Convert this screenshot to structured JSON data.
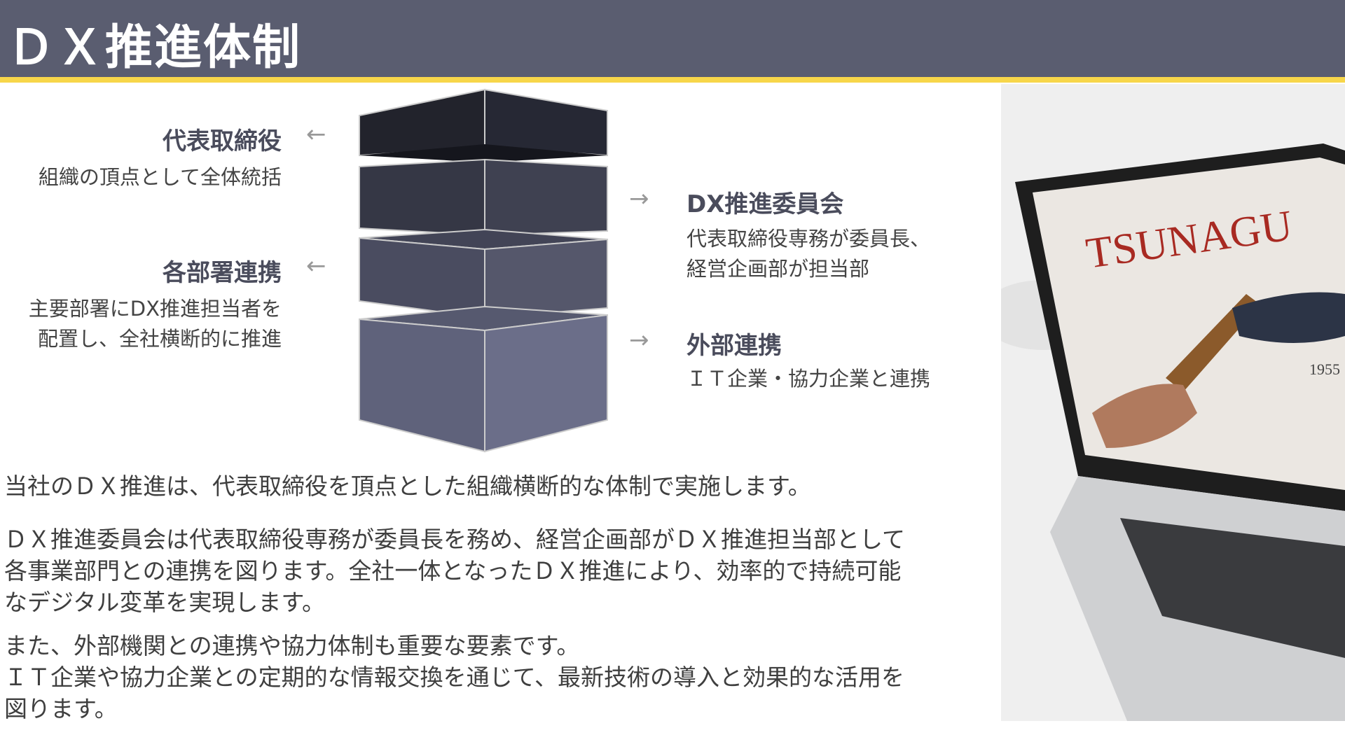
{
  "title": "ＤＸ推進体制",
  "left": [
    {
      "heading": "代表取締役",
      "arrow": "←",
      "desc": [
        "組織の頂点として全体統括"
      ]
    },
    {
      "heading": "各部署連携",
      "arrow": "←",
      "desc": [
        "主要部署にDX推進担当者を",
        "配置し、全社横断的に推進"
      ]
    }
  ],
  "right": [
    {
      "heading": "DX推進委員会",
      "arrow": "→",
      "desc": [
        "代表取締役専務が委員長、",
        "経営企画部が担当部"
      ]
    },
    {
      "heading": "外部連携",
      "arrow": "→",
      "desc": [
        "ＩＴ企業・協力企業と連携"
      ]
    }
  ],
  "paragraphs": [
    [
      "当社のＤＸ推進は、代表取締役を頂点とした組織横断的な体制で実施します。"
    ],
    [
      "ＤＸ推進委員会は代表取締役専務が委員長を務め、経営企画部がＤＸ推進担当部として",
      "各事業部門との連携を図ります。全社一体となったＤＸ推進により、効率的で持続可能",
      "なデジタル変革を実現します。"
    ],
    [
      "また、外部機関との連携や協力体制も重要な要素です。",
      "ＩＴ企業や協力企業との定期的な情報交換を通じて、最新技術の導入と効果的な活用を",
      "図ります。"
    ]
  ],
  "photo": {
    "screen_logo": "TSUNAGU",
    "screen_year": "1955"
  },
  "colors": {
    "header": "#5a5d70",
    "accent": "#f7d64a"
  }
}
